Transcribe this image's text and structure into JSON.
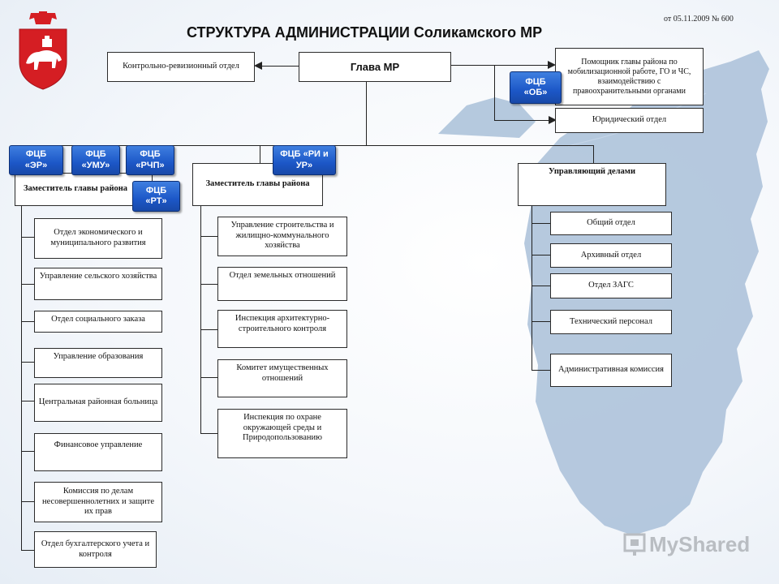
{
  "header": {
    "title": "СТРУКТУРА АДМИНИСТРАЦИИ Соликамского МР",
    "doc_date": "от 05.11.2009 № 600"
  },
  "top": {
    "head": "Глава МР",
    "audit": "Контрольно-ревизионный отдел",
    "assistant": "Помощник главы района по мобилизационной работе, ГО и ЧС, взаимодействию с правоохранительными органами",
    "legal": "Юридический отдел"
  },
  "fcb": {
    "ob": "ФЦБ «ОБ»",
    "er": "ФЦБ «ЭР»",
    "umu": "ФЦБ «УМУ»",
    "rchp": "ФЦБ «РЧП»",
    "rt": "ФЦБ «РТ»",
    "ri": "ФЦБ «РИ и УР»"
  },
  "deputy1": {
    "title": "Заместитель главы района",
    "items": [
      "Отдел экономического и муниципального развития",
      "Управление сельского хозяйства",
      "Отдел социального заказа",
      "Управление образования",
      "Центральная районная больница",
      "Финансовое управление",
      "Комиссия по делам несовершеннолетних и защите их прав",
      "Отдел бухгалтерского учета и контроля"
    ]
  },
  "deputy2": {
    "title": "Заместитель главы района",
    "items": [
      "Управление строительства и жилищно-коммунального хозяйства",
      "Отдел земельных отношений",
      "Инспекция архитектурно-строительного контроля",
      "Комитет имущественных отношений",
      "Инспекция по охране окружающей среды и Природопользованию"
    ]
  },
  "manager": {
    "title": "Управляющий делами",
    "items": [
      "Общий отдел",
      "Архивный отдел",
      "Отдел ЗАГС",
      "Технический персонал",
      "Административная комиссия"
    ]
  },
  "watermark": {
    "text": "MyShared"
  },
  "colors": {
    "fcb_blue": "#1c57c7",
    "map_blue": "#a9bfd8",
    "coat_red": "#d51e23"
  }
}
